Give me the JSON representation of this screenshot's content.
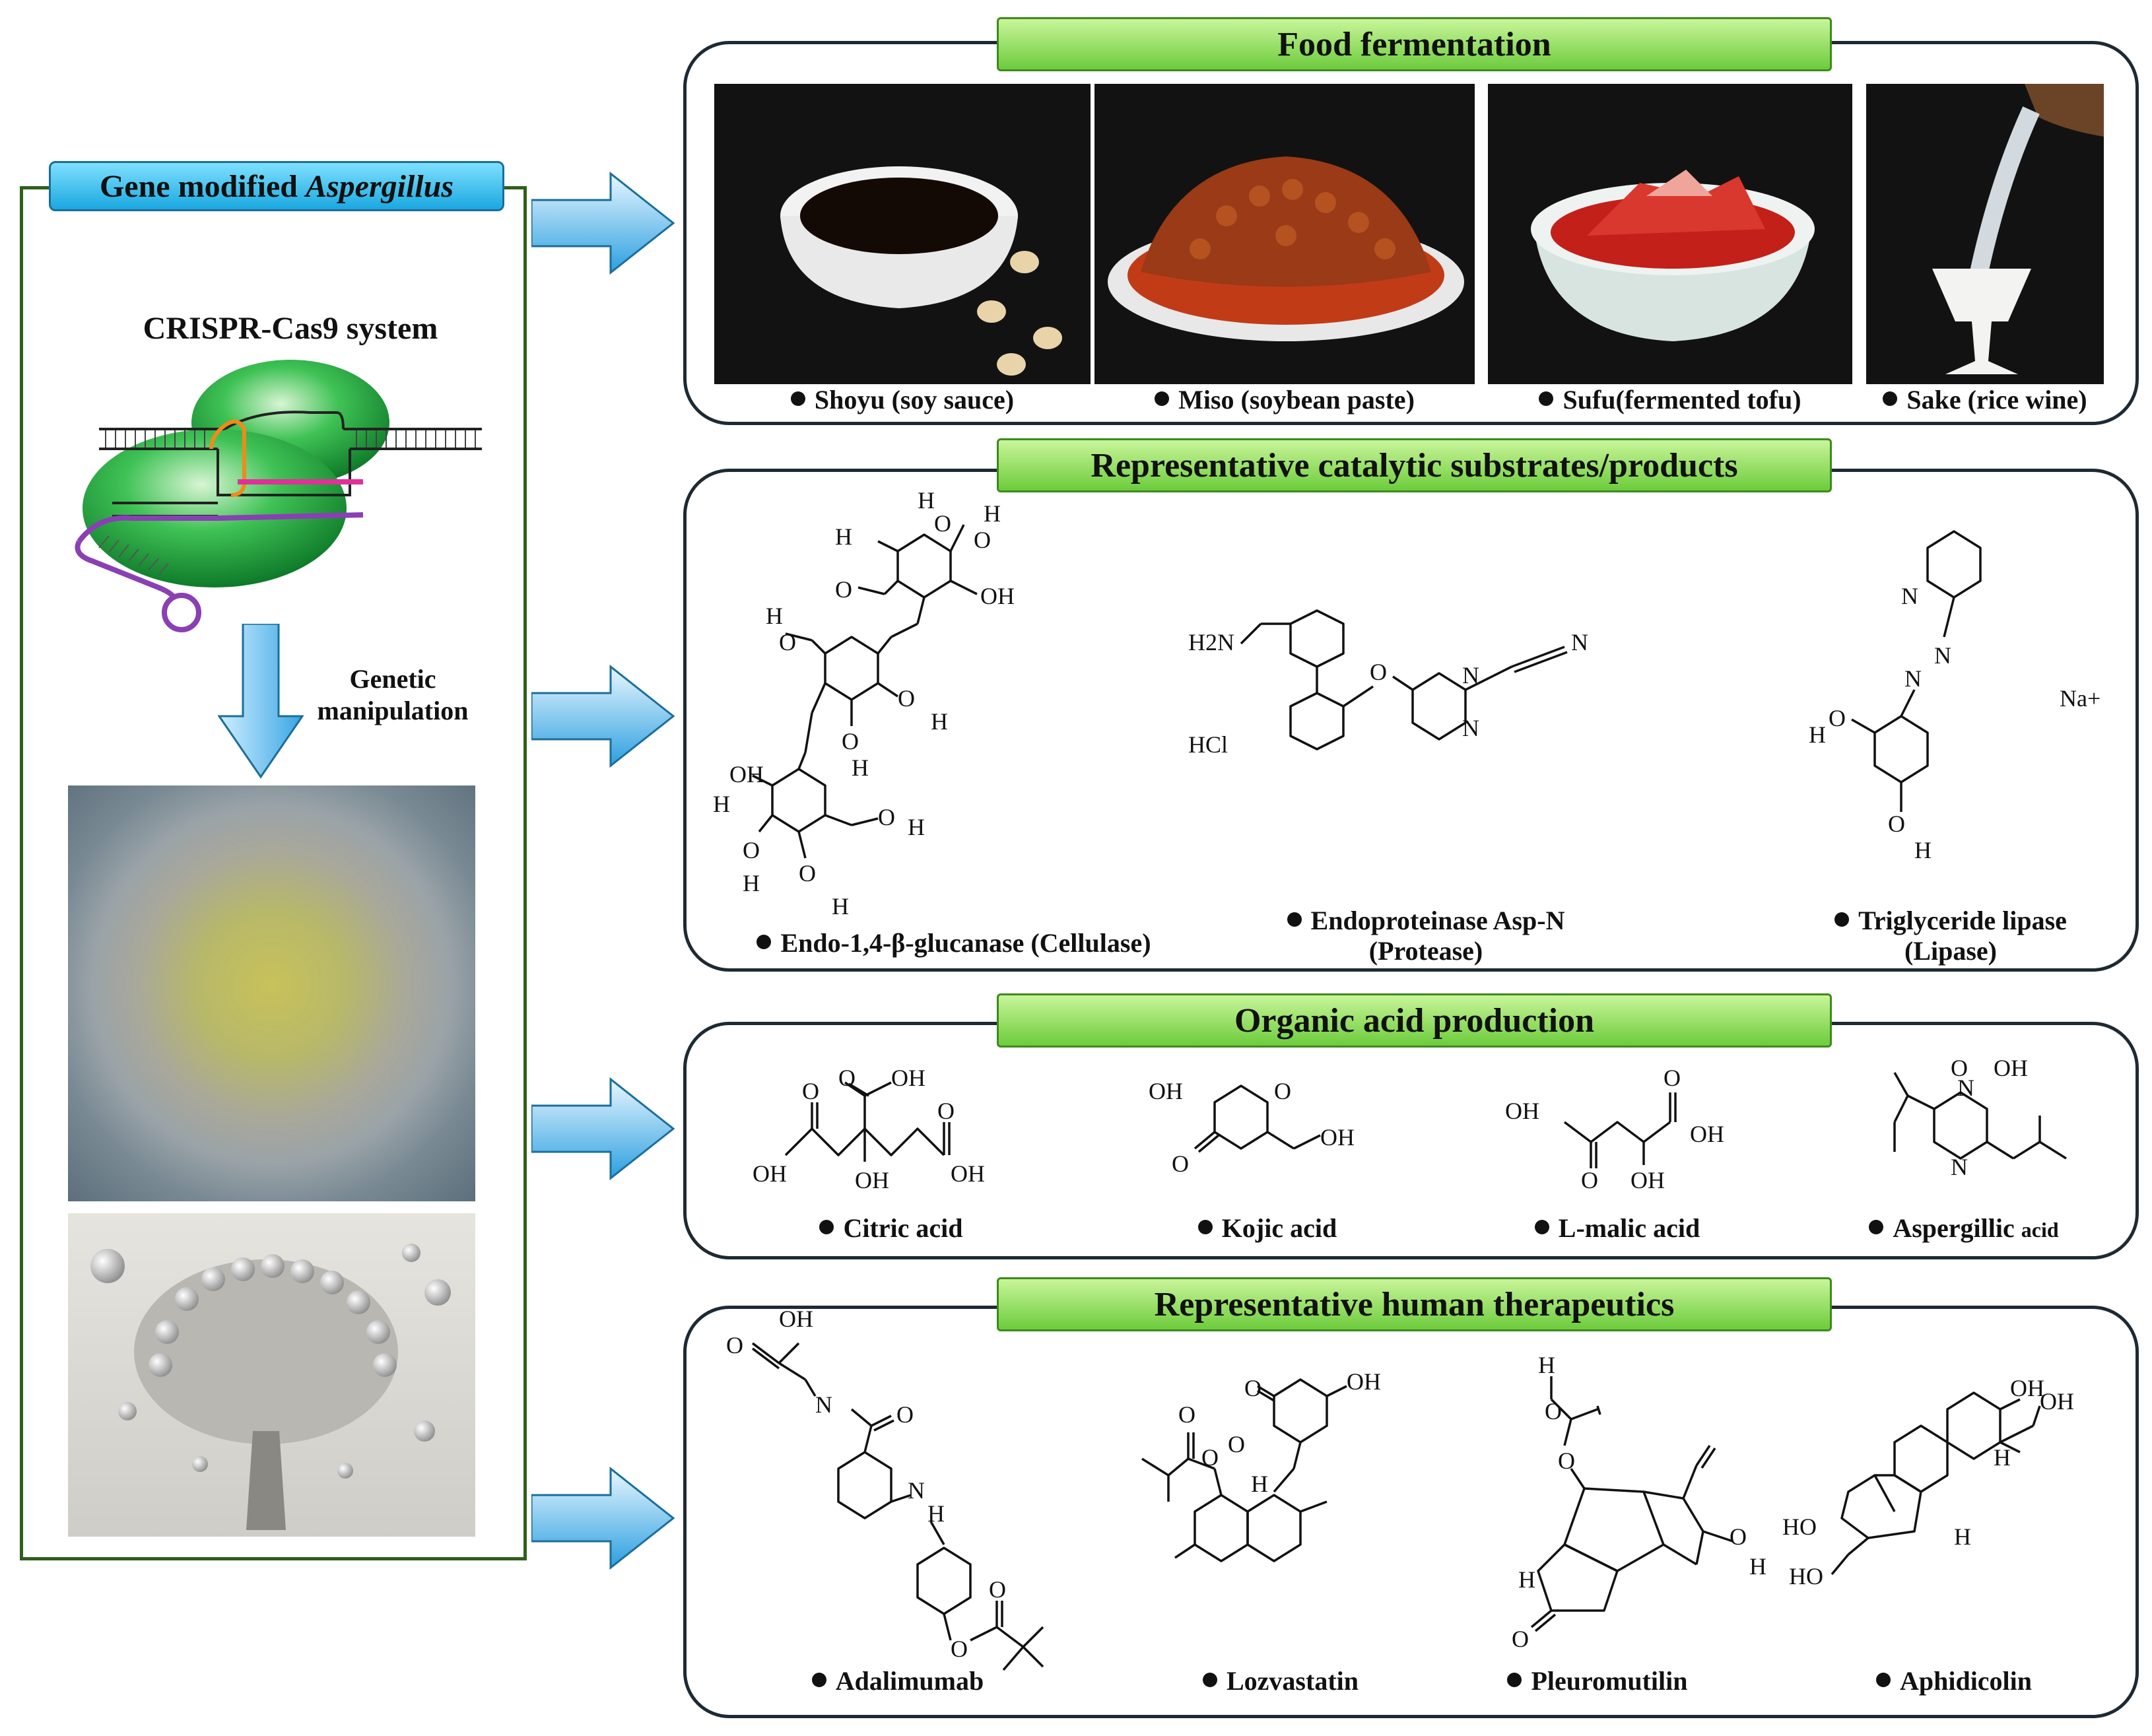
{
  "left": {
    "title_prefix": "Gene modified",
    "title_italic": "Aspergillus",
    "crispr_label": "CRISPR-Cas9 system",
    "manip_line1": "Genetic",
    "manip_line2": "manipulation"
  },
  "sections": {
    "food": {
      "banner": "Food fermentation",
      "items": [
        "Shoyu (soy sauce)",
        "Miso (soybean paste)",
        "Sufu(fermented tofu)",
        "Sake (rice wine)"
      ]
    },
    "catalytic": {
      "banner": "Representative catalytic substrates/products",
      "items": [
        {
          "line1": "Endo-1,4-β-glucanase (Cellulase)",
          "line2": ""
        },
        {
          "line1": "Endoproteinase Asp-N",
          "line2": "(Protease)"
        },
        {
          "line1": "Triglyceride lipase",
          "line2": "(Lipase)"
        }
      ],
      "atoms": {
        "h2n": "H2N",
        "hcl": "HCl",
        "na": "Na+",
        "o": "O",
        "n": "N",
        "h": "H",
        "oh": "OH",
        "ho": "HO"
      }
    },
    "organic": {
      "banner": "Organic acid production",
      "items": [
        "Citric acid",
        "Kojic acid",
        "L-malic acid"
      ],
      "aspergillic_main": "Aspergillic",
      "aspergillic_small": "acid"
    },
    "therapeutics": {
      "banner": "Representative human therapeutics",
      "items": [
        "Adalimumab",
        "Lozvastatin",
        "Pleuromutilin",
        "Aphidicolin"
      ]
    }
  }
}
